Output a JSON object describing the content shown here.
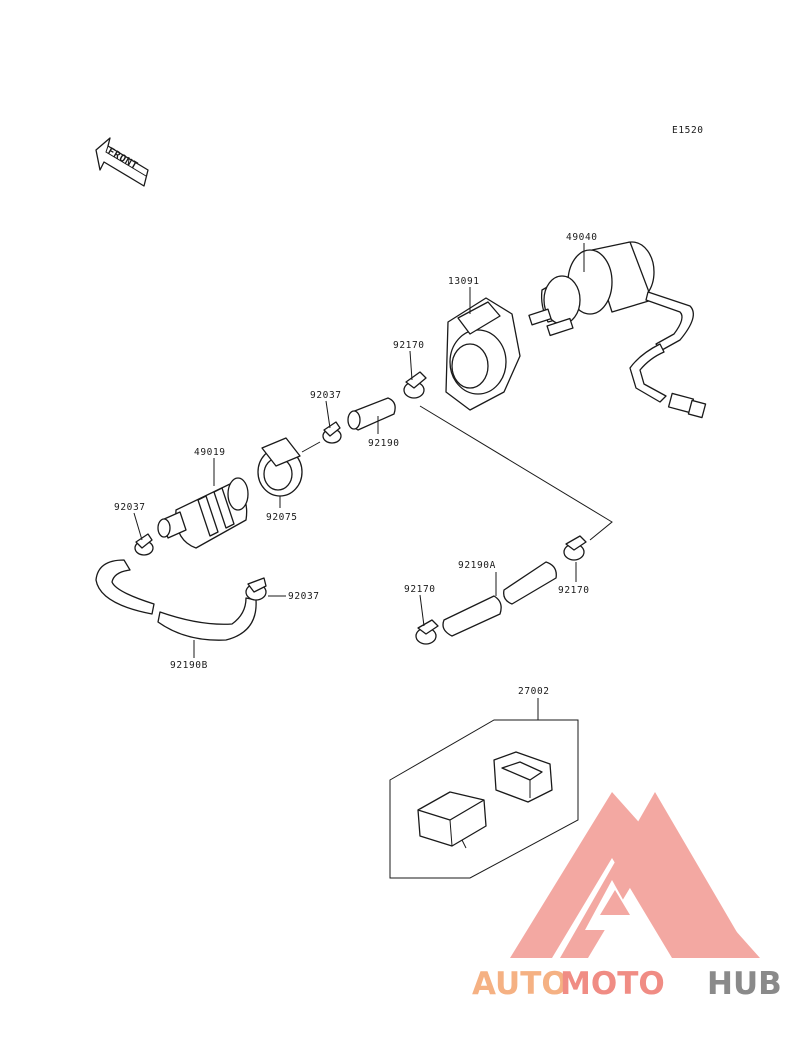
{
  "diagram": {
    "code": "E1520",
    "front_label": "FRONT",
    "labels": {
      "p49040": "49040",
      "p13091": "13091",
      "p92170_a": "92170",
      "p92037_a": "92037",
      "p92190": "92190",
      "p49019": "49019",
      "p92075": "92075",
      "p92037_b": "92037",
      "p92037_c": "92037",
      "p92190B": "92190B",
      "p92170_b": "92170",
      "p92190A": "92190A",
      "p92170_c": "92170",
      "p27002": "27002"
    }
  },
  "watermark": {
    "text_a": "AUTO",
    "text_b": "MOTO",
    "text_c": "HUB",
    "colors": {
      "auto": "#f5b183",
      "moto": "#f08c84",
      "hub": "#8a8a8a",
      "logo": "#f29a92"
    }
  }
}
